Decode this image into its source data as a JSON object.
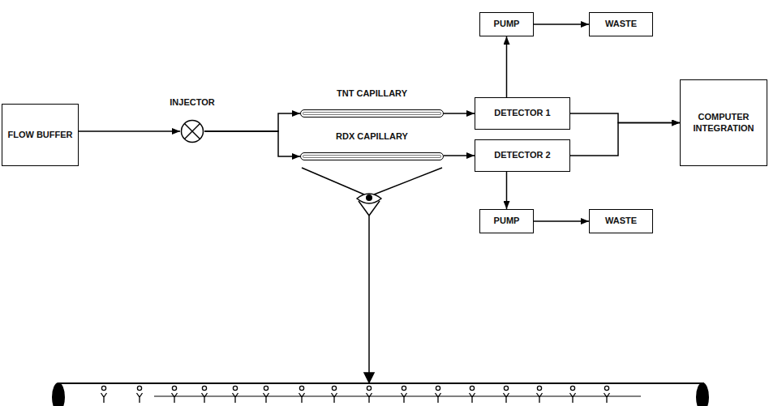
{
  "diagram": {
    "nodes": [
      {
        "text": [
          "FLOW BUFFER"
        ]
      },
      {
        "text": [
          "INJECTOR"
        ]
      },
      {
        "text": [
          "TNT CAPILLARY"
        ]
      },
      {
        "text": [
          "RDX CAPILLARY"
        ]
      },
      {
        "text": [
          "DETECTOR 1"
        ]
      },
      {
        "text": [
          "DETECTOR 2"
        ]
      },
      {
        "text": [
          "PUMP"
        ]
      },
      {
        "text": [
          "WASTE"
        ]
      },
      {
        "text": [
          "PUMP"
        ]
      },
      {
        "text": [
          "WASTE"
        ]
      },
      {
        "text": [
          "COMPUTER INTEGRATION"
        ]
      }
    ],
    "edges": [
      {
        "from": 0,
        "to": 1,
        "arrow": "to"
      },
      {
        "from": 1,
        "to": 2,
        "arrow": "to"
      },
      {
        "from": 1,
        "to": 3,
        "arrow": "to"
      },
      {
        "from": 2,
        "to": 4,
        "arrow": "to"
      },
      {
        "from": 3,
        "to": 5,
        "arrow": "to"
      },
      {
        "from": 4,
        "to": 6,
        "arrow": "to"
      },
      {
        "from": 6,
        "to": 7,
        "arrow": "to"
      },
      {
        "from": 5,
        "to": 8,
        "arrow": "to"
      },
      {
        "from": 8,
        "to": 9,
        "arrow": "to"
      },
      {
        "from": 4,
        "to": 10,
        "arrow": "to"
      },
      {
        "from": 5,
        "to": 10,
        "arrow": "to"
      }
    ]
  }
}
